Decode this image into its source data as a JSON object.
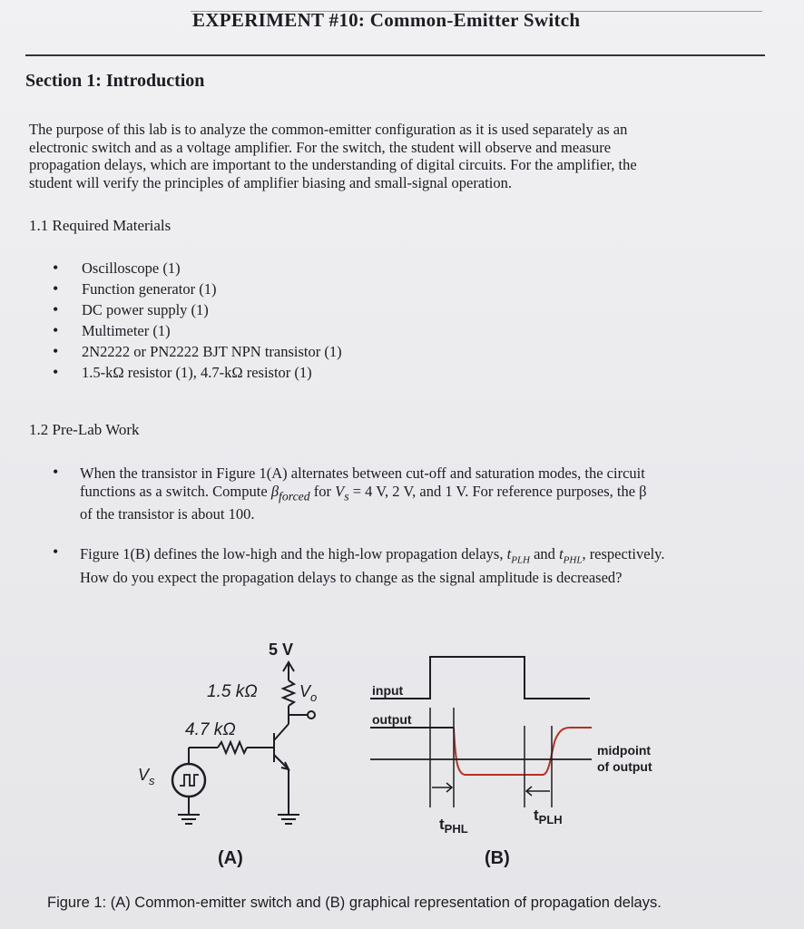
{
  "header": {
    "title": "EXPERIMENT #10: Common-Emitter Switch"
  },
  "section": {
    "title": "Section 1: Introduction"
  },
  "intro": {
    "lines": [
      "The purpose of this lab is to analyze the common-emitter configuration as it is used separately as an",
      "electronic switch and as a voltage amplifier. For the switch, the student will observe and measure",
      "propagation delays, which are important to the understanding of digital circuits. For the amplifier, the",
      "student will verify the principles of amplifier biasing and small-signal operation."
    ]
  },
  "materials": {
    "heading": "1.1 Required Materials",
    "items": [
      "Oscilloscope (1)",
      "Function generator (1)",
      "DC power supply (1)",
      "Multimeter (1)",
      "2N2222 or PN2222 BJT NPN transistor (1)",
      "1.5-kΩ resistor (1), 4.7-kΩ resistor (1)"
    ]
  },
  "prelab": {
    "heading": "1.2 Pre-Lab Work",
    "q1": {
      "line1": "When the transistor in Figure 1(A) alternates between cut-off and saturation modes, the circuit",
      "line2_a": "functions as a switch. Compute ",
      "beta": "β",
      "forced": "forced",
      "line2_b": " for ",
      "vs": "V",
      "vs_sub": "s",
      "line2_c": " = 4 V, 2 V, and 1 V.",
      "line2_d": " For reference purposes, the β",
      "line3": "of the transistor is about 100."
    },
    "q2": {
      "line1_a": "Figure 1(B) defines the low-high and the high-low propagation delays, ",
      "tplh": "t",
      "tplh_sub": "PLH",
      "and": " and ",
      "tphl": "t",
      "tphl_sub": "PHL",
      "line1_b": ", respectively.",
      "line2": "How do you expect the propagation delays to change as the signal amplitude is decreased?"
    }
  },
  "figure": {
    "supply": "5 V",
    "r_collector": "1.5 kΩ",
    "r_base": "4.7 kΩ",
    "vo": "V",
    "vo_sub": "o",
    "vs": "V",
    "vs_sub": "s",
    "input_label": "input",
    "output_label": "output",
    "midpoint_label_1": "midpoint",
    "midpoint_label_2": "of output",
    "tphl": "t",
    "tphl_sub": "PHL",
    "tplh": "t",
    "tplh_sub": "PLH",
    "label_a": "(A)",
    "label_b": "(B)",
    "caption": "Figure 1: (A) Common-emitter switch and (B) graphical representation of propagation delays."
  },
  "colors": {
    "ink": "#1c1c22",
    "output_wave": "#b8301f",
    "paper": "#ececef"
  }
}
